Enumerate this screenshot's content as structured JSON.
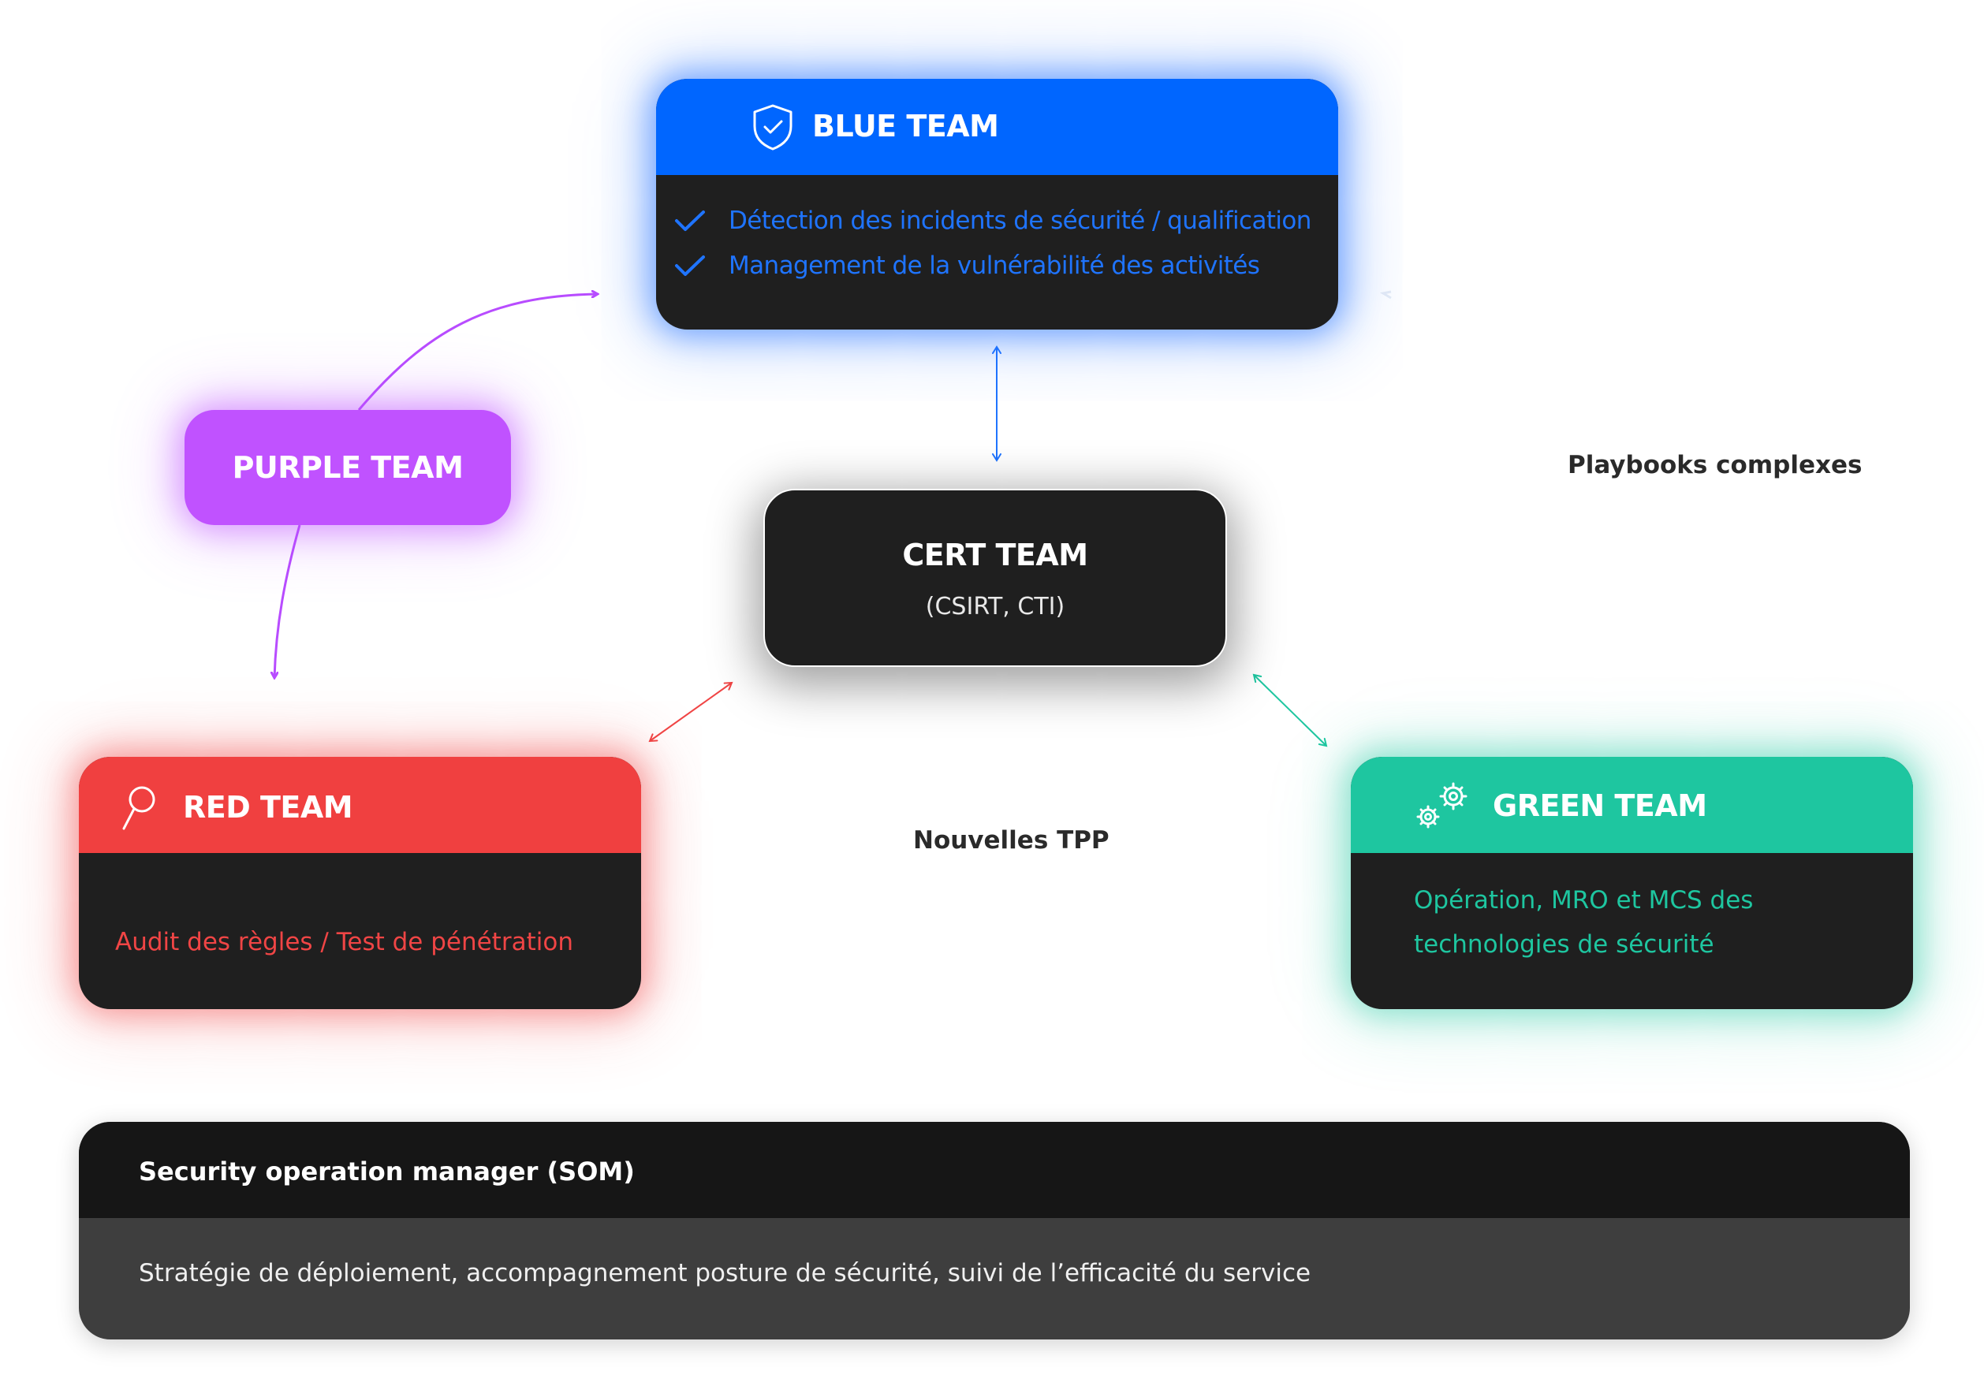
{
  "blue_team": {
    "title": "BLUE TEAM",
    "icon": "shield-check-icon",
    "color": "#0066ff",
    "items": [
      "Détection des incidents de sécurité / qualification",
      "Management de la vulnérabilité des activités"
    ]
  },
  "purple_team": {
    "title": "PURPLE TEAM",
    "color": "#c052ff"
  },
  "cert_team": {
    "title": "CERT TEAM",
    "subtitle": "(CSIRT, CTI)"
  },
  "red_team": {
    "title": "RED TEAM",
    "icon": "magnifier-icon",
    "color": "#f04040",
    "description": "Audit des règles / Test de pénétration"
  },
  "green_team": {
    "title": "GREEN TEAM",
    "icon": "gears-icon",
    "color": "#1ec6a0",
    "description_lines": [
      "Opération, MRO et MCS des",
      "technologies de sécurité"
    ]
  },
  "labels": {
    "playbooks": "Playbooks complexes",
    "nouvelles_tpp": "Nouvelles TPP"
  },
  "som": {
    "title": "Security operation manager (SOM)",
    "description": "Stratégie de déploiement, accompagnement posture de sécurité, suivi de l’efficacité du service"
  }
}
